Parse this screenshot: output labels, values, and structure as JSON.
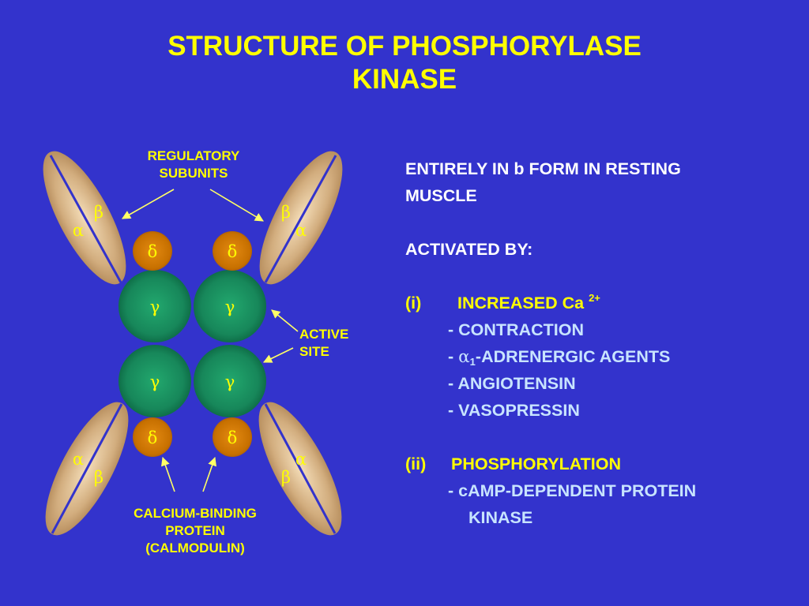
{
  "title": {
    "line1": "STRUCTURE OF PHOSPHORYLASE",
    "line2": "KINASE"
  },
  "diagram": {
    "labels": {
      "regulatory": [
        "REGULATORY",
        "SUBUNITS"
      ],
      "active_site": [
        "ACTIVE",
        "SITE"
      ],
      "calcium": [
        "CALCIUM-BINDING",
        "PROTEIN",
        "(CALMODULIN)"
      ]
    },
    "subunits": {
      "alpha": "α",
      "beta": "β",
      "gamma": "γ",
      "delta": "δ"
    },
    "colors": {
      "background": "#3333cc",
      "alpha_beta_fill": "#c8a477",
      "gamma_fill": "#1a8a5c",
      "delta_fill": "#cc7700",
      "label_text": "#ffff00",
      "arrow": "#ffff66",
      "divider_line": "#3333cc"
    }
  },
  "panel": {
    "line1": "ENTIRELY IN b FORM IN RESTING",
    "line2": "MUSCLE",
    "activated_by": "ACTIVATED BY:",
    "item1": {
      "num": "(i)",
      "text": "INCREASED Ca",
      "sup": "2+",
      "subitems": {
        "contraction": "- CONTRACTION",
        "adrenergic_prefix": "- ",
        "adrenergic_greek": "α",
        "adrenergic_sub": "1",
        "adrenergic_rest": "-ADRENERGIC AGENTS",
        "angiotensin": "- ANGIOTENSIN",
        "vasopressin": "- VASOPRESSIN"
      }
    },
    "item2": {
      "num": "(ii)",
      "text": "PHOSPHORYLATION",
      "sub1": "- cAMP-DEPENDENT PROTEIN",
      "sub2": "KINASE"
    },
    "colors": {
      "main_text": "#ffffff",
      "item_text": "#ffff00",
      "sub_text": "#c8e4ff"
    }
  }
}
